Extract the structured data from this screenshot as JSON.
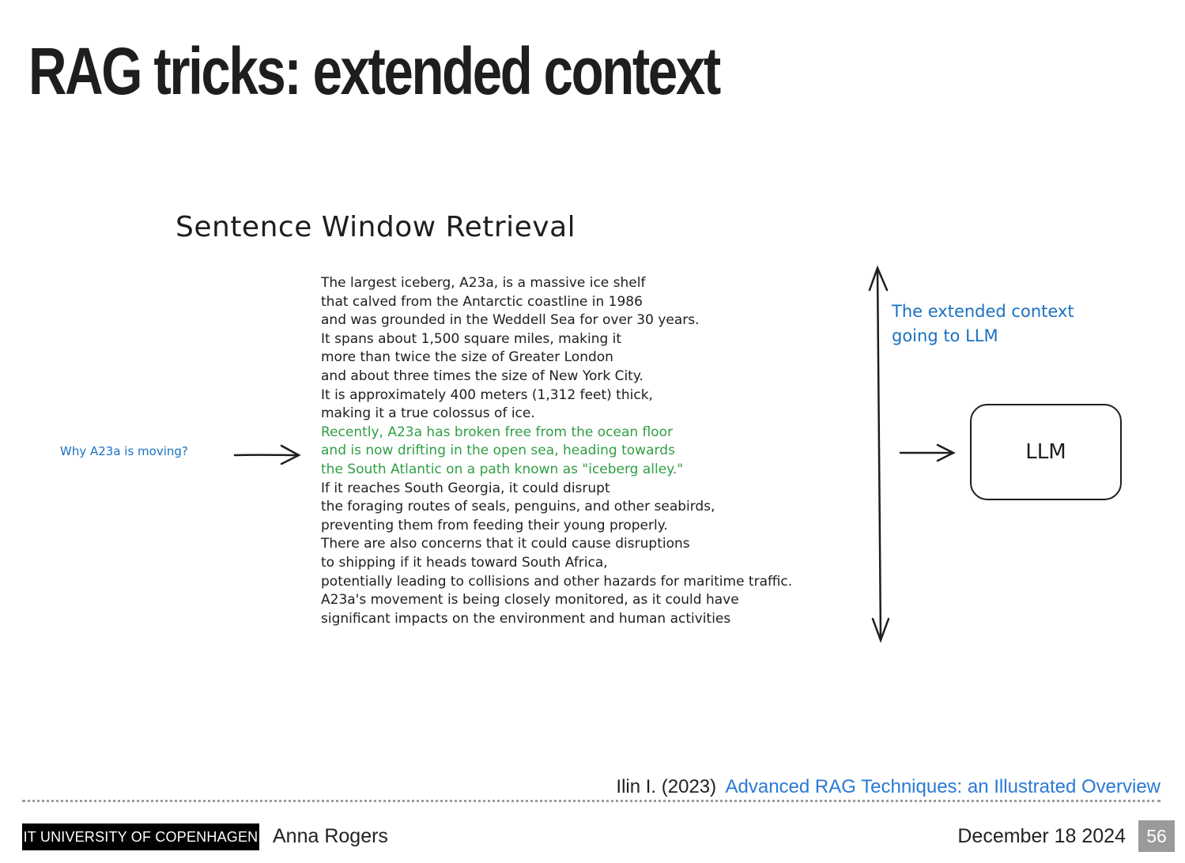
{
  "slide": {
    "title": "RAG tricks: extended context"
  },
  "diagram": {
    "heading": "Sentence Window Retrieval",
    "query": "Why A23a is moving?",
    "context_label_line1": "The extended context",
    "context_label_line2": "going to LLM",
    "llm_label": "LLM",
    "passage_lines": [
      "The largest iceberg, A23a, is a massive ice shelf",
      "that calved from the Antarctic coastline in 1986",
      "and was grounded in the Weddell Sea for over 30 years.",
      "It spans about 1,500 square miles, making it",
      "more than twice the size of Greater London",
      "and about three times the size of New York City.",
      "It is approximately 400 meters (1,312 feet) thick,",
      "making it a true colossus of ice.",
      "Recently, A23a has broken free from the ocean floor",
      "and is now drifting in the open sea, heading towards",
      "the South Atlantic on a path known as \"iceberg alley.\"",
      "If it reaches South Georgia, it could disrupt",
      "the foraging routes of seals, penguins, and other seabirds,",
      "preventing them from feeding their young properly.",
      "There are also concerns that it could cause disruptions",
      "to shipping if it heads toward South Africa,",
      "potentially leading to collisions and other hazards for maritime traffic.",
      "A23a's movement is being closely monitored, as it could have",
      "significant impacts on the environment and human activities"
    ],
    "colors": {
      "text": "#1e1e1e",
      "retrieved_sentence": "#2f9e44",
      "annotation": "#1971c2"
    }
  },
  "citation": {
    "author_year": "Ilin I. (2023)",
    "link_text": "Advanced RAG Techniques: an Illustrated Overview"
  },
  "footer": {
    "institution": "IT UNIVERSITY OF COPENHAGEN",
    "author": "Anna Rogers",
    "date": "December 18 2024",
    "page_number": "56"
  }
}
